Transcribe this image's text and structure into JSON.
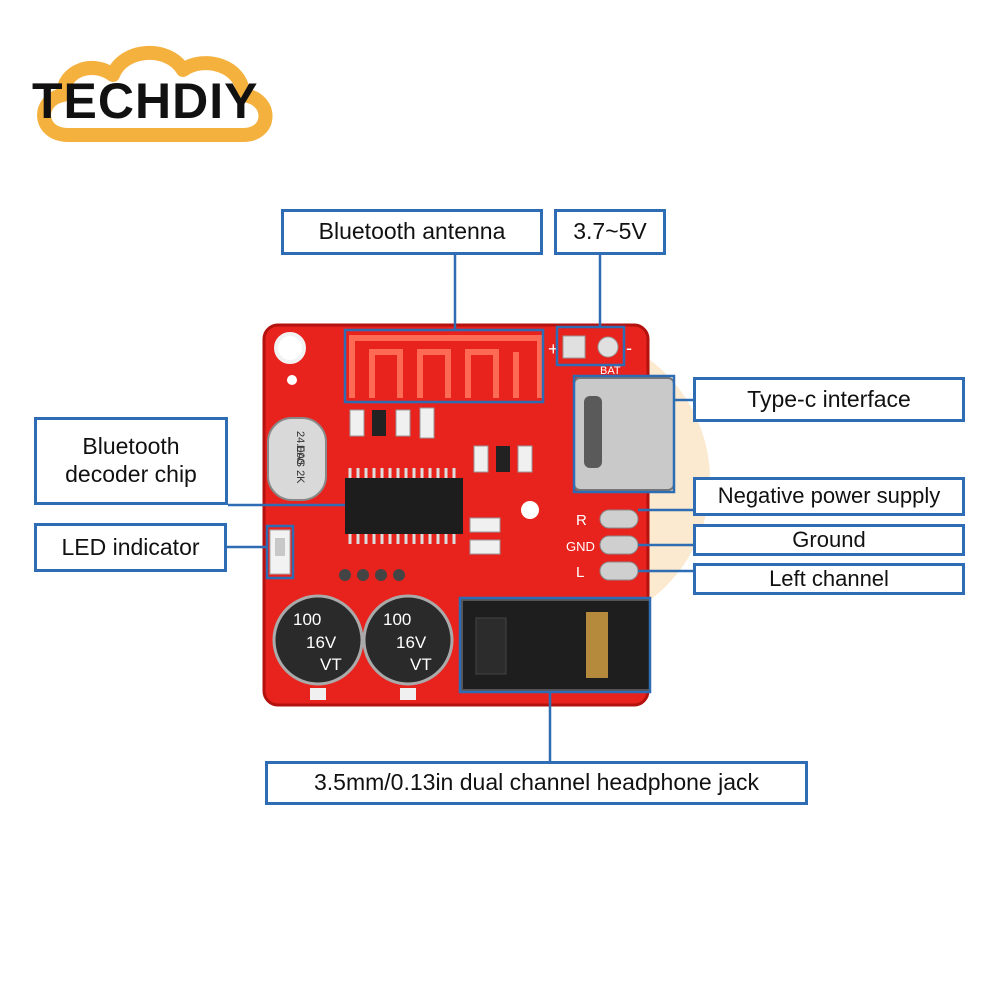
{
  "brand": {
    "logo_text": "TECHDIY",
    "accent_color": "#f4b13e"
  },
  "colors": {
    "label_border": "#2e6db4",
    "pcb": "#e8231e",
    "pcb_dark": "#b3120f",
    "leader_line": "#2e6db4"
  },
  "board": {
    "silk_bat": "BAT",
    "silk_plus": "+",
    "silk_minus": "-",
    "silk_r": "R",
    "silk_gnd": "GND",
    "silk_l": "L",
    "crystal_line1": "24.000",
    "crystal_line2": "EAS 2K",
    "cap_left_value": "100",
    "cap_left_voltage": "16V",
    "cap_left_brand": "VT",
    "cap_right_value": "100",
    "cap_right_voltage": "16V",
    "cap_right_brand": "VT"
  },
  "labels": {
    "antenna": "Bluetooth antenna",
    "voltage": "3.7~5V",
    "typec": "Type-c interface",
    "decoder_line1": "Bluetooth",
    "decoder_line2": "decoder chip",
    "led": "LED indicator",
    "negative": "Negative power supply",
    "ground": "Ground",
    "left_channel": "Left channel",
    "jack": "3.5mm/0.13in dual channel headphone jack"
  }
}
